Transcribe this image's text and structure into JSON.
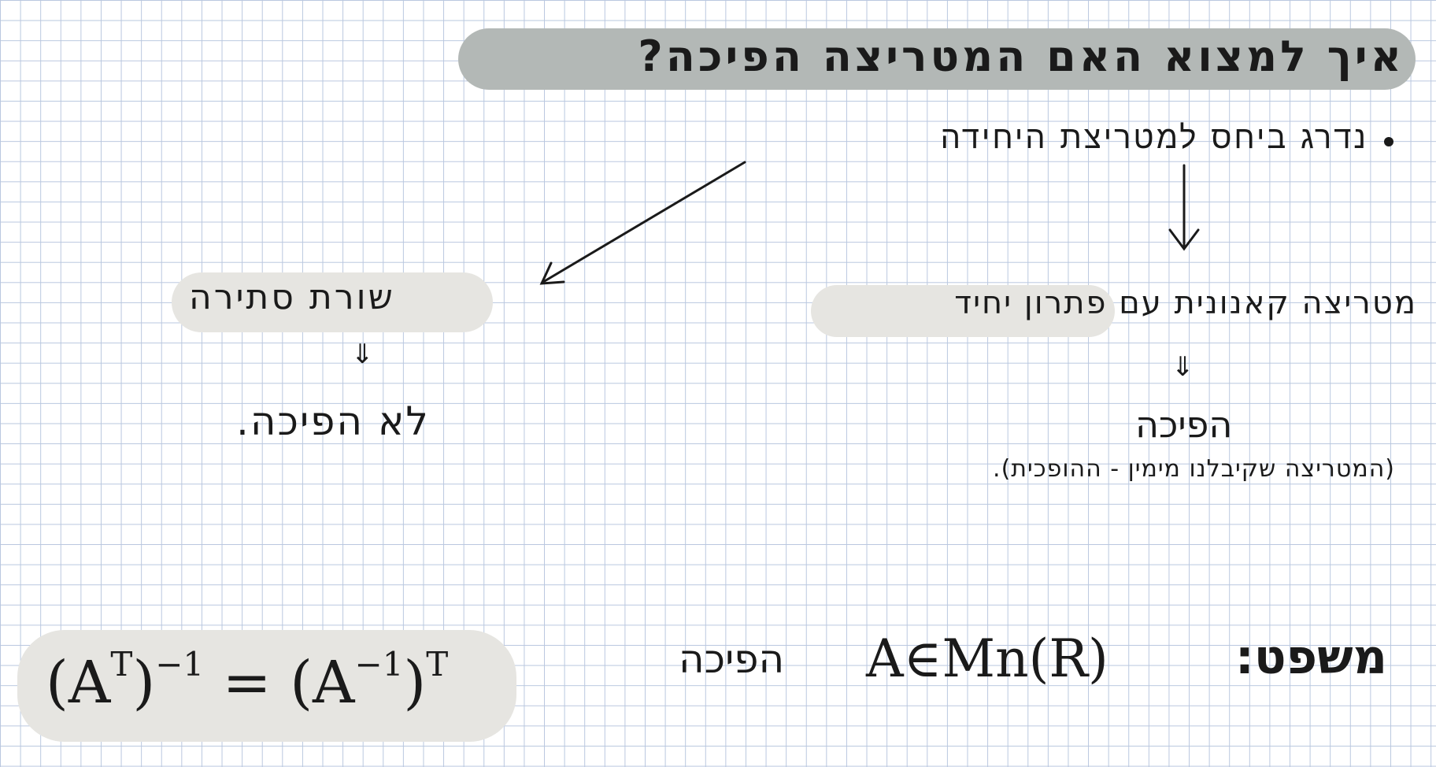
{
  "title": "איך למצוא האם המטריצה הפיכה?",
  "intro": "נדרג ביחס למטריצת היחידה",
  "left_branch": {
    "highlight": "שורת סתירה",
    "implies": "⇓",
    "result": "לא הפיכה."
  },
  "right_branch": {
    "prefix": "מטריצה קאנונית",
    "highlight": "עם פתרון יחיד",
    "implies": "⇓",
    "result": "הפיכה",
    "note": "(המטריצה שקיבלנו מימין - ההופכית)."
  },
  "formula": {
    "left_base": "(A",
    "left_sup": "T",
    "left_close": ")",
    "left_outer_sup": "−1",
    "equals": " = ",
    "right_base": "(A",
    "right_sup": "−1",
    "right_close": ")",
    "right_outer_sup": "T"
  },
  "example": {
    "label": "משפט:",
    "expression": "A∈Mn(R)",
    "word": "הפיכה"
  },
  "colors": {
    "title_highlight": "#b3b8b6",
    "highlight": "#e6e5e1",
    "grid": "#b9c7df",
    "ink": "#1a1a1a"
  }
}
